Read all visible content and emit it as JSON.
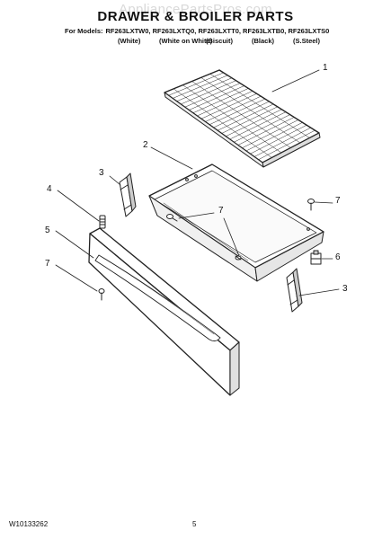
{
  "watermark": "AppliancePartsPros.com",
  "title": "DRAWER & BROILER PARTS",
  "models": {
    "label": "For Models:",
    "list": "RF263LXTW0, RF263LXTQ0, RF263LXTT0, RF263LXTB0, RF263LXTS0",
    "colors": [
      "(White)",
      "(White on White)",
      "(Biscuit)",
      "(Black)",
      "(S.Steel)"
    ]
  },
  "callouts": [
    "1",
    "2",
    "3",
    "4",
    "5",
    "7",
    "7",
    "7",
    "6",
    "3"
  ],
  "footer": {
    "doc_number": "W10133262",
    "page": "5"
  }
}
